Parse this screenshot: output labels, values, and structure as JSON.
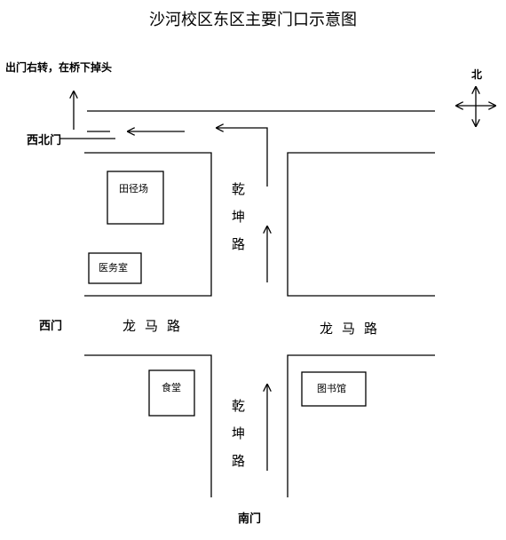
{
  "title": "沙河校区东区主要门口示意图",
  "note": "出门右转，在桥下掉头",
  "compass": {
    "north": "北"
  },
  "gates": {
    "northwest": "西北门",
    "west": "西门",
    "south": "南门"
  },
  "roads": {
    "longma_left": "龙马路",
    "longma_right": "龙马路",
    "qiankun_upper": [
      "乾",
      "坤",
      "路"
    ],
    "qiankun_lower": [
      "乾",
      "坤",
      "路"
    ]
  },
  "buildings": {
    "track_field": "田径场",
    "clinic": "医务室",
    "canteen": "食堂",
    "library": "图书馆"
  },
  "colors": {
    "line": "#000000",
    "background": "#ffffff"
  }
}
